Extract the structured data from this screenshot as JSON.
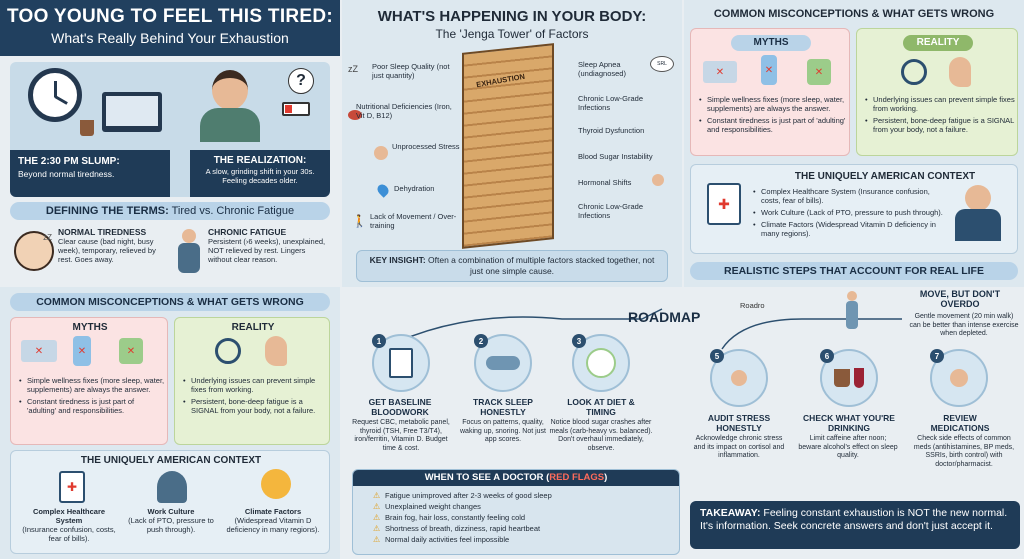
{
  "header": {
    "title": "TOO YOUNG TO FEEL THIS TIRED:",
    "subtitle": "What's Really Behind Your Exhaustion"
  },
  "scene": {
    "slump_title": "THE 2:30 PM SLUMP:",
    "slump_text": "Beyond normal tiredness.",
    "realization_title": "THE REALIZATION:",
    "realization_text": "A slow, grinding shift in your 30s. Feeling decades older."
  },
  "defining": {
    "title_bold": "DEFINING THE TERMS:",
    "title_rest": " Tired vs. Chronic Fatigue",
    "normal_title": "NORMAL TIREDNESS",
    "normal_text": "Clear cause (bad night, busy week), temporary, relieved by rest. Goes away.",
    "chronic_title": "CHRONIC FATIGUE",
    "chronic_text": "Persistent (›6 weeks), unexplained, NOT relieved by rest. Lingers without clear reason."
  },
  "misconceptions": {
    "title": "COMMON MISCONCEPTIONS & WHAT GETS WRONG",
    "myths_label": "MYTHS",
    "reality_label": "REALITY",
    "myths": [
      "Simple wellness fixes (more sleep, water, supplements) are always the answer.",
      "Constant tiredness is just part of 'adulting' and responsibilities."
    ],
    "reality": [
      "Underlying issues can prevent simple fixes from working.",
      "Persistent, bone-deep fatigue is a SIGNAL from your body, not a failure."
    ]
  },
  "american": {
    "title": "THE UNIQUELY AMERICAN CONTEXT",
    "items": [
      {
        "title": "Complex Healthcare System",
        "text": "(Insurance confusion, costs, fear of bills)."
      },
      {
        "title": "Work Culture",
        "text": "(Lack of PTO, pressure to push through)."
      },
      {
        "title": "Climate Factors",
        "text": "(Widespread Vitamin D deficiency in many regions)."
      }
    ],
    "right_items": [
      "Complex Healthcare System (Insurance confusion, costs, fear of bills).",
      "Work Culture (Lack of PTO, pressure to push through).",
      "Climate Factors (Widespread Vitamin D deficiency in many regions)."
    ]
  },
  "body": {
    "title": "WHAT'S HAPPENING IN YOUR BODY:",
    "subtitle": "The 'Jenga Tower' of Factors",
    "tower_label": "EXHAUSTION",
    "apnea_bubble": "SRL",
    "left_factors": [
      "Poor Sleep Quality (not just quantity)",
      "Nutritional Deficiencies (Iron, Vit D, B12)",
      "Unprocessed Stress",
      "Dehydration",
      "Lack of Movement / Over-training"
    ],
    "right_factors": [
      "Sleep Apnea (undiagnosed)",
      "Chronic Low-Grade Infections",
      "Thyroid Dysfunction",
      "Blood Sugar Instability",
      "Hormonal Shifts",
      "Chronic Low-Grade Infections"
    ],
    "insight_bold": "KEY INSIGHT:",
    "insight_text": " Often a combination of multiple factors stacked together, not just one simple cause."
  },
  "steps": {
    "title": "REALISTIC STEPS THAT ACCOUNT FOR REAL LIFE",
    "roadmap": "ROADMAP",
    "roadmap_small": "Roadro",
    "items": [
      {
        "n": "1",
        "title": "GET BASELINE BLOODWORK",
        "text": "Request CBC, metabolic panel, thyroid (TSH, Free T3/T4), iron/ferritin, Vitamin D. Budget time & cost."
      },
      {
        "n": "2",
        "title": "TRACK SLEEP HONESTLY",
        "text": "Focus on patterns, quality, waking up, snoring. Not just app scores."
      },
      {
        "n": "3",
        "title": "LOOK AT DIET & TIMING",
        "text": "Notice blood sugar crashes after meals (carb-heavy vs. balanced). Don't overhaul immediately, observe."
      },
      {
        "n": "5",
        "title": "AUDIT STRESS HONESTLY",
        "text": "Acknowledge chronic stress and its impact on cortisol and inflammation."
      },
      {
        "n": "6",
        "title": "CHECK WHAT YOU'RE DRINKING",
        "text": "Limit caffeine after noon; beware alcohol's effect on sleep quality."
      },
      {
        "n": "7",
        "title": "REVIEW MEDICATIONS",
        "text": "Check side effects of common meds (antihistamines, BP meds, SSRIs, birth control) with doctor/pharmacist."
      }
    ],
    "move_title": "MOVE, BUT DON'T OVERDO",
    "move_text": "Gentle movement (20 min walk) can be better than intense exercise when depleted."
  },
  "doctor": {
    "title": "WHEN TO SEE A DOCTOR (",
    "flag": "RED FLAGS",
    "title_end": ")",
    "items": [
      "Fatigue unimproved after 2-3 weeks of good sleep",
      "Unexplained weight changes",
      "Brain fog, hair loss, constantly feeling cold",
      "Shortness of breath, dizziness, rapid heartbeat",
      "Normal daily activities feel impossible"
    ]
  },
  "takeaway": {
    "bold": "TAKEAWAY:",
    "text": " Feeling constant exhaustion is NOT the new normal. It's information. Seek concrete answers and don't just accept it."
  },
  "colors": {
    "navy": "#1f3b57",
    "myths_bg": "#fbe3e3",
    "reality_bg": "#e6f1d4",
    "red_flag": "#e03a2f"
  }
}
